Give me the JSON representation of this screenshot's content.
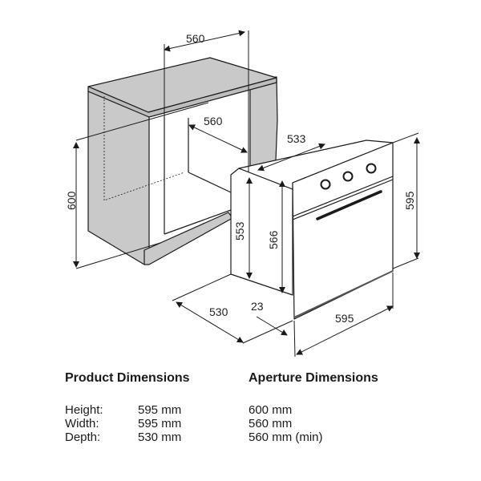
{
  "diagram": {
    "labels": {
      "aperture_width_top": "560",
      "aperture_depth": "560",
      "oven_top_depth": "533",
      "aperture_height": "600",
      "oven_side_height": "553",
      "oven_body_height": "566",
      "oven_front_height": "595",
      "oven_depth": "530",
      "front_thickness": "23",
      "oven_width": "595"
    },
    "colors": {
      "panel": "#c9c9c9",
      "line": "#1a1a1a"
    }
  },
  "specs": {
    "product_heading": "Product Dimensions",
    "aperture_heading": "Aperture Dimensions",
    "rows": [
      {
        "label": "Height:",
        "product": "595 mm",
        "aperture": "600 mm"
      },
      {
        "label": "Width:",
        "product": "595 mm",
        "aperture": "560 mm"
      },
      {
        "label": "Depth:",
        "product": "530 mm",
        "aperture": "560 mm (min)"
      }
    ]
  }
}
